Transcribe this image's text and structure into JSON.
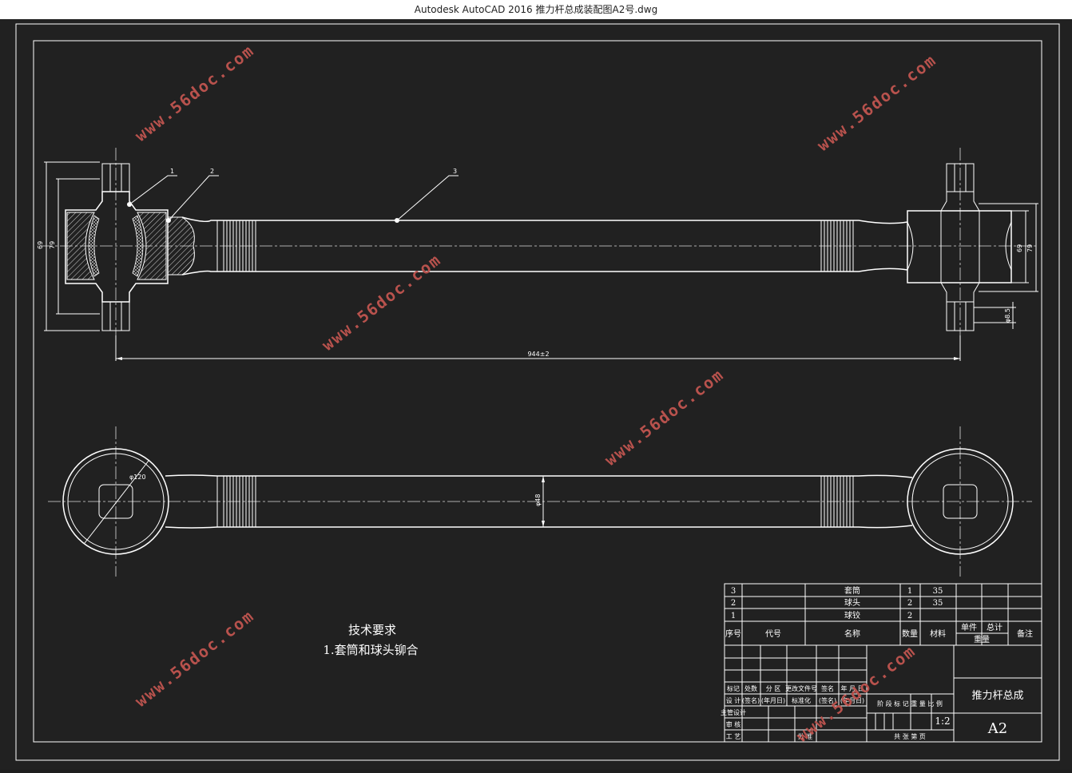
{
  "window": {
    "title": "Autodesk AutoCAD 2016     推力杆总成装配图A2号.dwg"
  },
  "drawing": {
    "callouts": [
      "1",
      "2",
      "3"
    ],
    "dims": {
      "overall_length": "944±2",
      "left_height_outer": "69",
      "left_height_inner": "79",
      "right_height_outer": "79",
      "right_height_inner": "69",
      "small_dim": "φ8.5",
      "circle_dia": "φ120",
      "tube_dia": "φ48"
    },
    "tech_req": {
      "title": "技术要求",
      "line1": "1.套筒和球头铆合"
    },
    "watermark": "www.56doc.com"
  },
  "parts_table": {
    "rows": [
      {
        "no": "3",
        "name": "套筒",
        "qty": "1",
        "material": "35"
      },
      {
        "no": "2",
        "name": "球头",
        "qty": "2",
        "material": "35"
      },
      {
        "no": "1",
        "name": "球铰",
        "qty": "2",
        "material": ""
      }
    ],
    "header": {
      "no": "序号",
      "code": "代号",
      "name": "名称",
      "qty": "数量",
      "material": "材料",
      "unit": "单件",
      "total": "总计",
      "weight": "重量",
      "remark": "备注"
    }
  },
  "title_block": {
    "drawing_name": "推力杆总成",
    "scale": "1:2",
    "sheet": "A2",
    "rev_labels": [
      "标记",
      "处数",
      "分 区",
      "更改文件号",
      "签名",
      "年 月 日"
    ],
    "design_labels": [
      "设 计",
      "(签名)",
      "(年月日)",
      "标准化",
      "(签名)",
      "(年月日)"
    ],
    "left_labels": [
      "主管设计",
      "审 核",
      "工 艺"
    ],
    "approve": "批 准",
    "stage_labels": "阶 段 标 记   重 量   比 例",
    "sheet_labels": "共   张   第   页"
  }
}
